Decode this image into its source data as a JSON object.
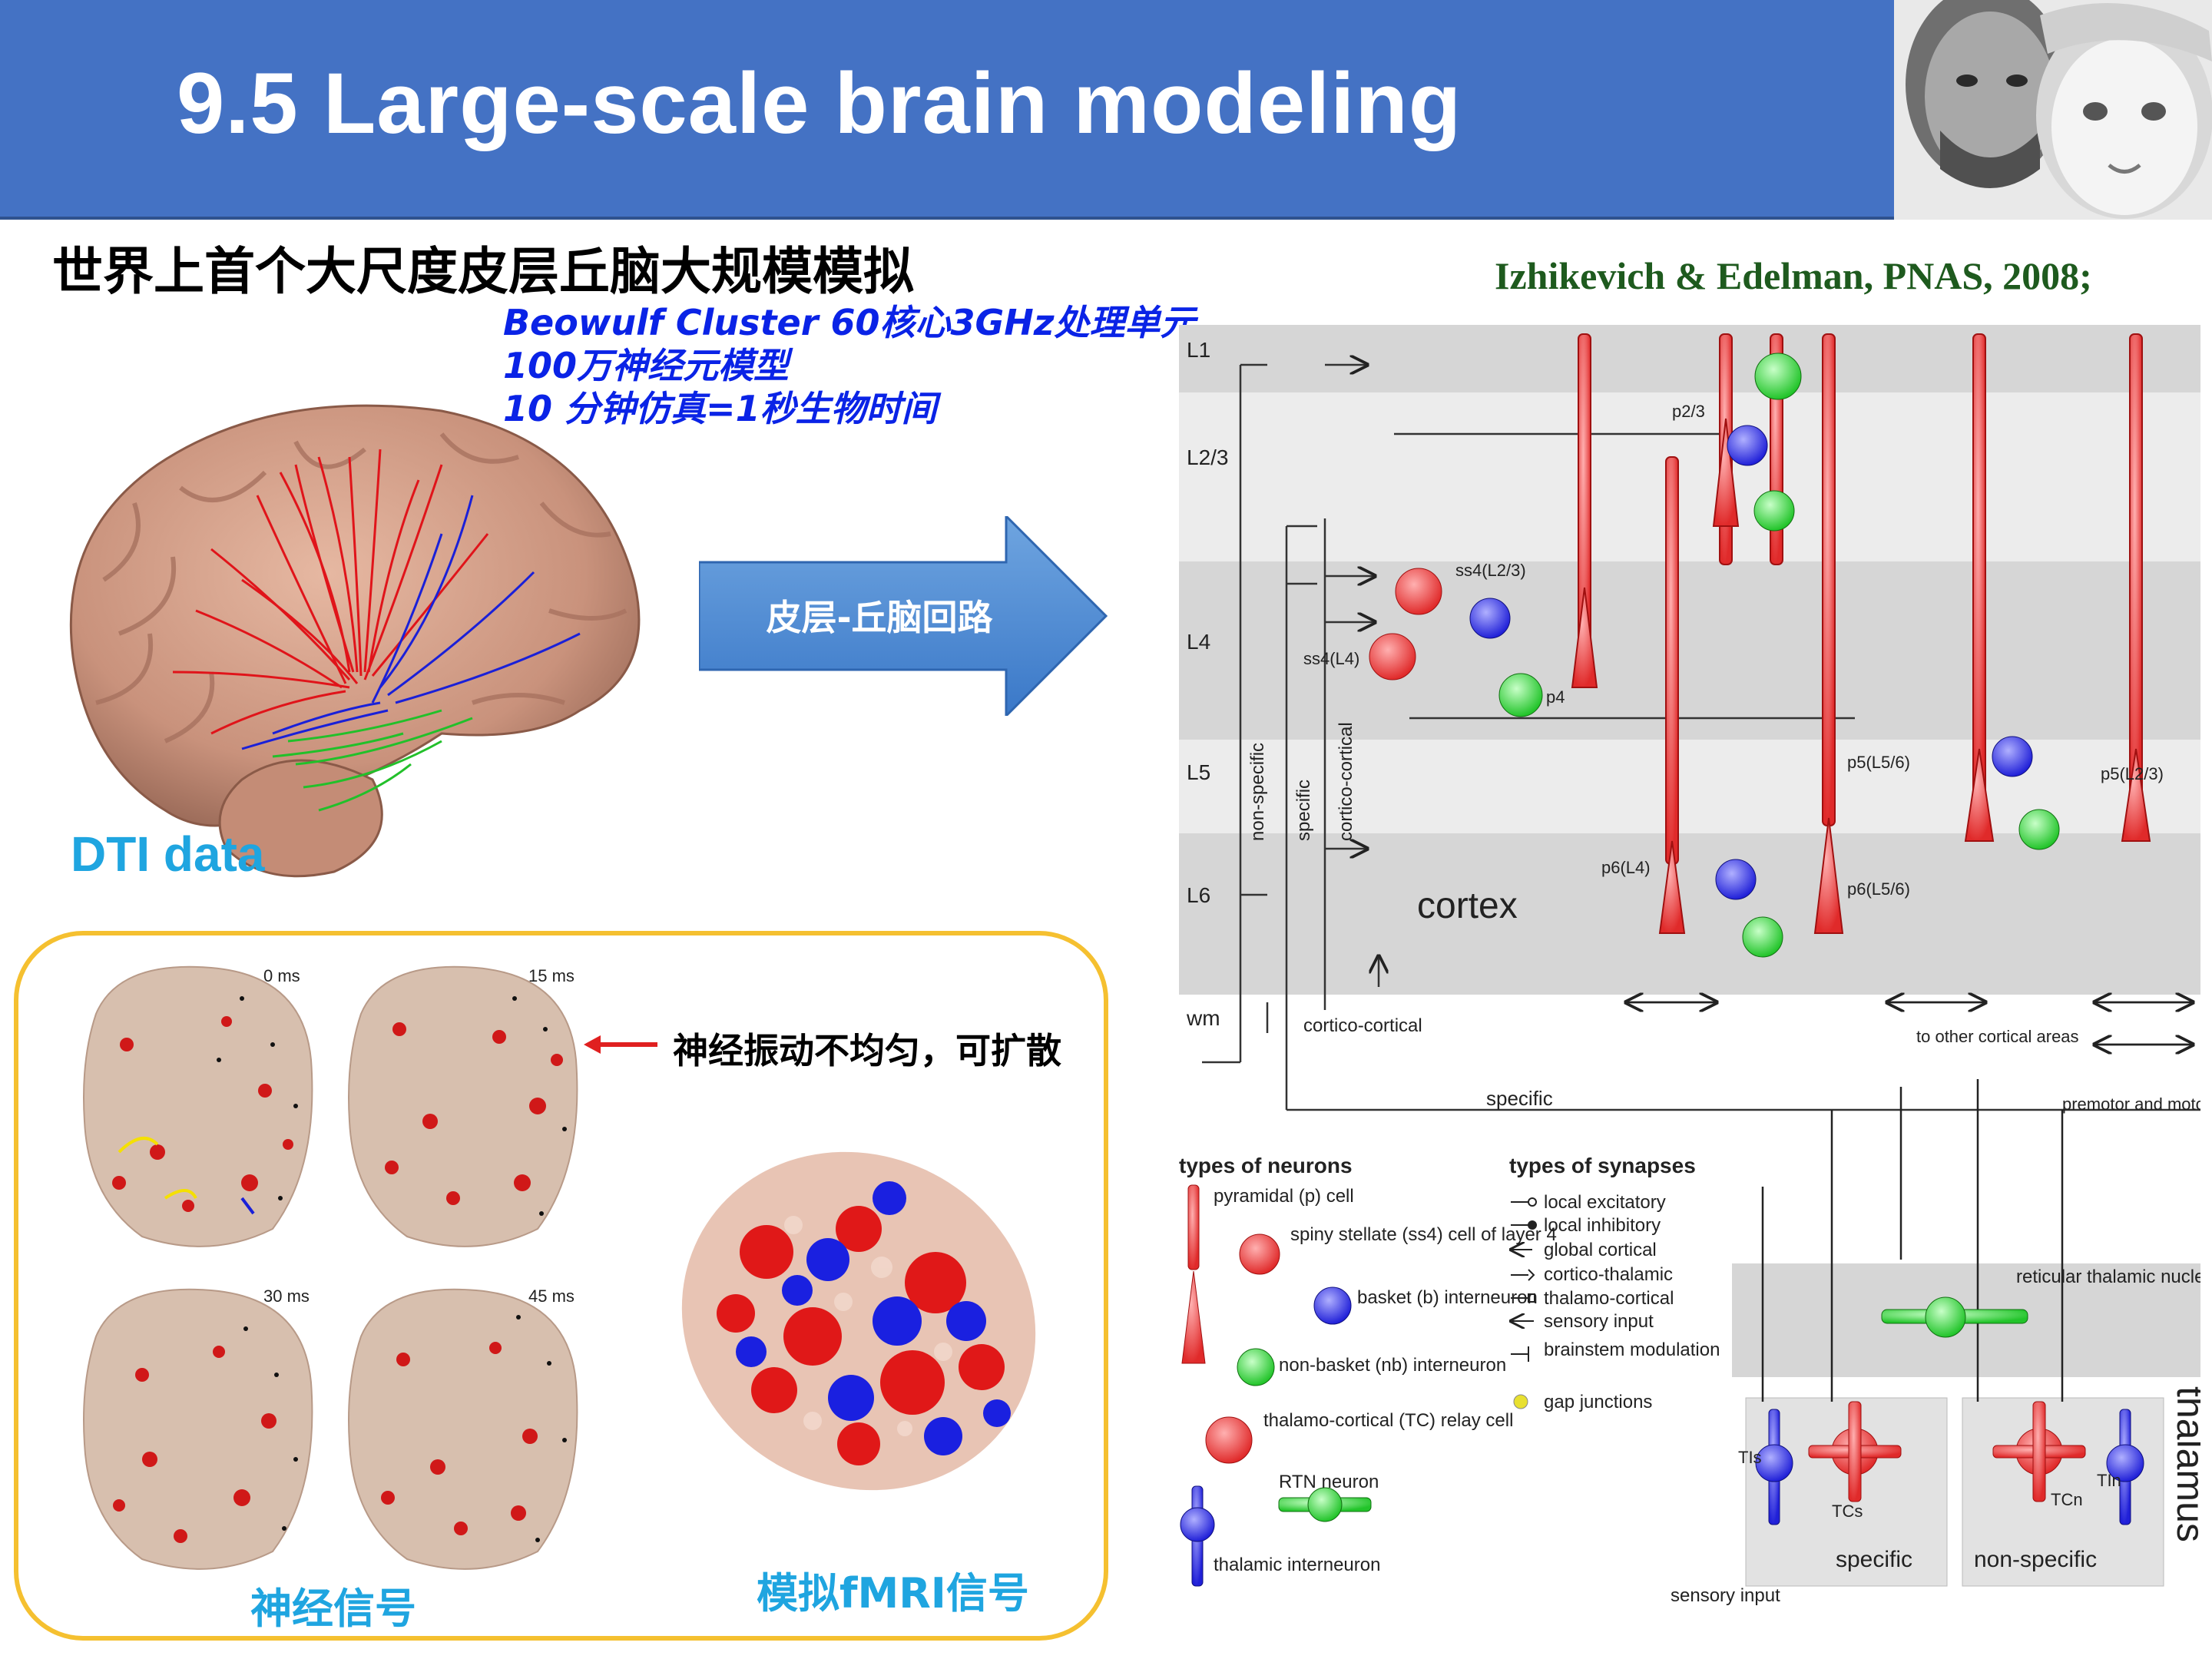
{
  "header": {
    "title": "9.5 Large-scale brain modeling"
  },
  "subtitle": "世界上首个大尺度皮层丘脑大规模模拟",
  "citation": "Izhikevich & Edelman, PNAS, 2008;",
  "cluster_info": [
    "Beowulf Cluster 60核心3GHz处理单元",
    "100万神经元模型",
    "10 分钟仿真=1秒生物时间"
  ],
  "dti_label": "DTI data",
  "arrow_label": "皮层-丘脑回路",
  "simulation": {
    "frames": [
      "0 ms",
      "15 ms",
      "30 ms",
      "45 ms"
    ],
    "oscillation_note": "神经振动不均匀，可扩散",
    "neural_signal_label": "神经信号",
    "fmri_label": "模拟fMRI信号"
  },
  "diagram": {
    "layers": [
      "L1",
      "L2/3",
      "L4",
      "L5",
      "L6",
      "wm"
    ],
    "cortex_label": "cortex",
    "thalamus_label": "thalamus",
    "cell_labels": {
      "p23": "p2/3",
      "ss4_l23": "ss4(L2/3)",
      "ss4_l4": "ss4(L4)",
      "p4": "p4",
      "p5_l56": "p5(L5/6)",
      "p5_l23": "p5(L2/3)",
      "p6_l4": "p6(L4)",
      "p6_l56": "p6(L5/6)",
      "tis": "TIs",
      "tcs": "TCs",
      "tcn": "TCn",
      "tin": "TIn"
    },
    "pathway_labels": {
      "non_specific": "non-specific",
      "specific_vertical": "specific",
      "cortico_cortical_vertical": "cortico-cortical",
      "cortico_cortical": "cortico-cortical",
      "specific": "specific",
      "to_other_cortical_areas": "to other cortical areas",
      "premotor": "premotor and motor centers",
      "rtn": "reticular thalamic nucleus (RTN)",
      "specific_box": "specific",
      "non_specific_box": "non-specific",
      "sensory_input": "sensory input"
    },
    "neuron_types_title": "types of neurons",
    "neuron_types": [
      "pyramidal (p) cell",
      "spiny stellate (ss4) cell of layer 4",
      "basket (b) interneuron",
      "non-basket (nb) interneuron",
      "thalamo-cortical (TC) relay cell",
      "RTN neuron",
      "thalamic interneuron"
    ],
    "synapse_types_title": "types of synapses",
    "synapse_types": [
      "local excitatory",
      "local inhibitory",
      "global cortical",
      "cortico-thalamic",
      "thalamo-cortical",
      "sensory input",
      "brainstem modulation",
      "gap junctions"
    ]
  },
  "colors": {
    "header_bg": "#4472c4",
    "pyramidal": "#e8363a",
    "basket": "#3a3ae8",
    "non_basket": "#33d640",
    "dti_label": "#1fa5e0",
    "cluster_text": "#0a23e6",
    "citation": "#1e5a1e",
    "box_border": "#f5c030"
  }
}
